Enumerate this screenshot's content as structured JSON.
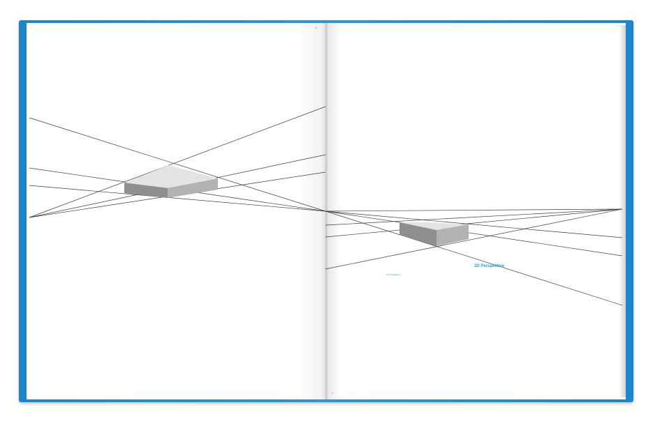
{
  "book": {
    "cover_color": "#1d86c8",
    "page_color": "#ffffff",
    "line_color": "#333333",
    "accent_color": "#2aa0dc"
  },
  "left_page": {
    "folio": "76"
  },
  "right_page": {
    "folio": "77",
    "caption_small": "2D Perspektive",
    "caption_title": "2D Perspektive"
  }
}
